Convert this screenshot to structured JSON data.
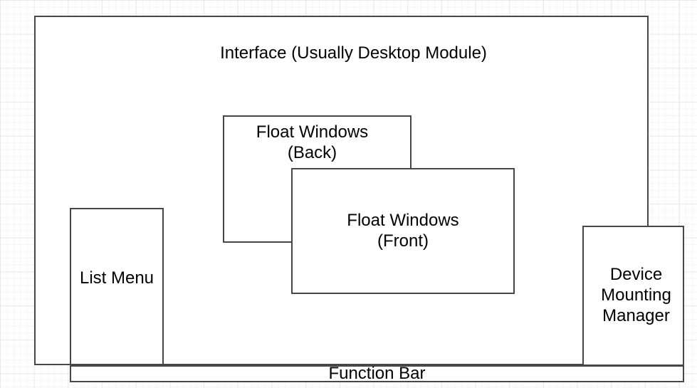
{
  "canvas": {
    "background_color": "#ffffff",
    "grid_minor_color": "#f5f5f5",
    "grid_major_color": "#e9e9e9",
    "shape_stroke_color": "#474747",
    "shape_fill_color": "#ffffff",
    "text_color": "#000000"
  },
  "diagram": {
    "interface": {
      "label": "Interface (Usually Desktop Module)"
    },
    "float_back": {
      "lines": [
        "Float Windows",
        "(Back)"
      ]
    },
    "float_front": {
      "lines": [
        "Float Windows",
        "(Front)"
      ]
    },
    "list_menu": {
      "label": "List Menu"
    },
    "device_manager": {
      "lines": [
        "Device",
        "Mounting",
        "Manager"
      ]
    },
    "function_bar": {
      "label": "Function Bar"
    }
  }
}
